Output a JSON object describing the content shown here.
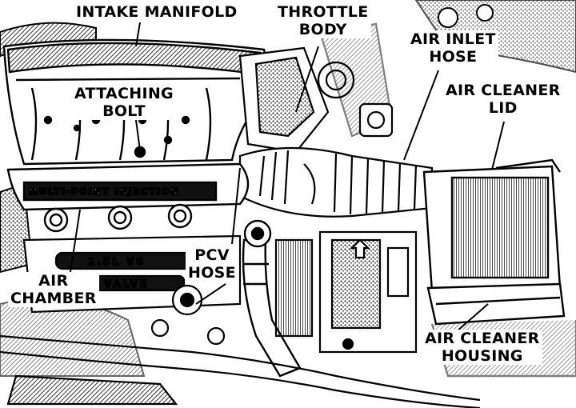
{
  "labels": {
    "intake_manifold": "INTAKE MANIFOLD",
    "throttle_body": "THROTTLE\nBODY",
    "air_inlet_hose": "AIR INLET\nHOSE",
    "attaching_bolt": "ATTACHING\nBOLT",
    "air_cleaner_lid": "AIR CLEANER\nLID",
    "pcv_hose": "PCV\nHOSE",
    "air_chamber": "AIR\nCHAMBER",
    "air_cleaner_housing": "AIR CLEANER\nHOUSING"
  },
  "engravings": {
    "manifold_text": "MULTI-POINT INJECTION",
    "engine_badge": "2.5L V6",
    "valve_text": "VALVE"
  },
  "colors": {
    "ink": "#000000",
    "paper": "#ffffff"
  }
}
